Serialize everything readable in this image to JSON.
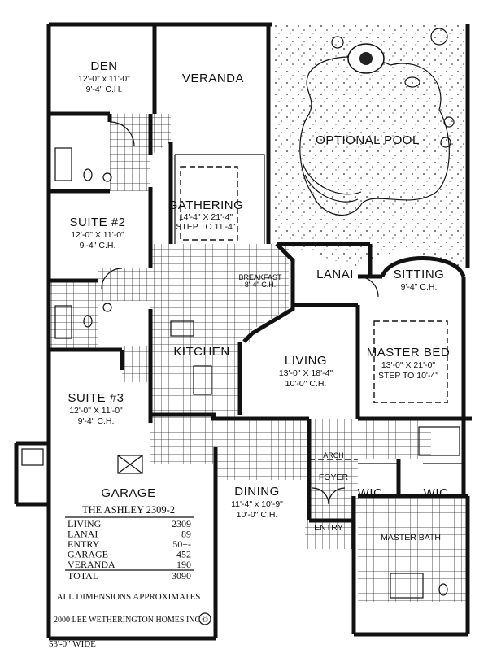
{
  "rooms": {
    "den": {
      "name": "DEN",
      "dims": "12'-0\" x 11'-0\"",
      "ceiling": "9'-4\" C.H."
    },
    "veranda": {
      "name": "VERANDA"
    },
    "pool": {
      "name": "OPTIONAL POOL"
    },
    "gathering": {
      "name": "GATHERING",
      "dims": "14'-4\" X 21'-4\"",
      "ceiling": "STEP TO 11'-4\""
    },
    "suite2": {
      "name": "SUITE #2",
      "dims": "12'-0\" X 11'-0\"",
      "ceiling": "9'-4\" C.H."
    },
    "breakfast": {
      "name": "BREAKFAST",
      "dims": "8'-4\" C.H."
    },
    "lanai": {
      "name": "LANAI"
    },
    "sitting": {
      "name": "SITTING",
      "ceiling": "9'-4\" C.H."
    },
    "kitchen": {
      "name": "KITCHEN"
    },
    "living": {
      "name": "LIVING",
      "dims": "13'-0\" X 18'-4\"",
      "ceiling": "10'-0\" C.H."
    },
    "master_bed": {
      "name": "MASTER BED",
      "dims": "13'-0\" X 21'-0\"",
      "ceiling": "STEP TO 10'-4\""
    },
    "suite3": {
      "name": "SUITE #3",
      "dims": "12'-0\" X 11'-0\"",
      "ceiling": "9'-4\" C.H."
    },
    "garage": {
      "name": "GARAGE"
    },
    "dining": {
      "name": "DINING",
      "dims": "11'-4\" x 10'-9\"",
      "ceiling": "10'-0\" C.H."
    },
    "foyer": {
      "name": "FOYER"
    },
    "arch": {
      "name": "ARCH"
    },
    "wic_left": {
      "name": "WIC"
    },
    "wic_right": {
      "name": "WIC"
    },
    "entry": {
      "name": "ENTRY"
    },
    "master_bath": {
      "name": "MASTER BATH"
    }
  },
  "area_table": {
    "title": "THE ASHLEY 2309-2",
    "rows": [
      {
        "label": "LIVING",
        "value": "2309"
      },
      {
        "label": "LANAI",
        "value": "89"
      },
      {
        "label": "ENTRY",
        "value": "50+-"
      },
      {
        "label": "GARAGE",
        "value": "452"
      },
      {
        "label": "VERANDA",
        "value": "190"
      }
    ],
    "total": {
      "label": "TOTAL",
      "value": "3090"
    }
  },
  "notes": {
    "dimensions": "ALL DIMENSIONS APPROXIMATES",
    "copyright": "2000 LEE WETHERINGTON HOMES INC.",
    "copyright_symbol": "©",
    "width": "53'-0\" WIDE"
  }
}
